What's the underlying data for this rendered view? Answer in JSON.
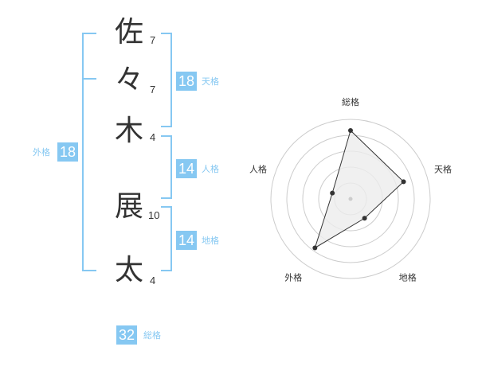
{
  "characters": [
    {
      "char": "佐",
      "strokes": "7"
    },
    {
      "char": "々",
      "strokes": "7"
    },
    {
      "char": "木",
      "strokes": "4"
    },
    {
      "char": "展",
      "strokes": "10"
    },
    {
      "char": "太",
      "strokes": "4"
    }
  ],
  "fortunes": {
    "tenkaku": {
      "value": "18",
      "label": "天格"
    },
    "jinkaku": {
      "value": "14",
      "label": "人格"
    },
    "chikaku": {
      "value": "14",
      "label": "地格"
    },
    "gaikaku": {
      "value": "18",
      "label": "外格"
    },
    "soukaku": {
      "value": "32",
      "label": "総格"
    }
  },
  "colors": {
    "accent": "#86c8f2",
    "radar_fill": "#ececec",
    "grid": "#cccccc",
    "line": "#333333"
  },
  "chart_data": {
    "type": "radar",
    "axes": [
      "総格",
      "天格",
      "地格",
      "外格",
      "人格"
    ],
    "values": [
      4.3,
      3.5,
      1.5,
      3.8,
      1.2
    ],
    "range": [
      0,
      5
    ],
    "rings": 5
  }
}
